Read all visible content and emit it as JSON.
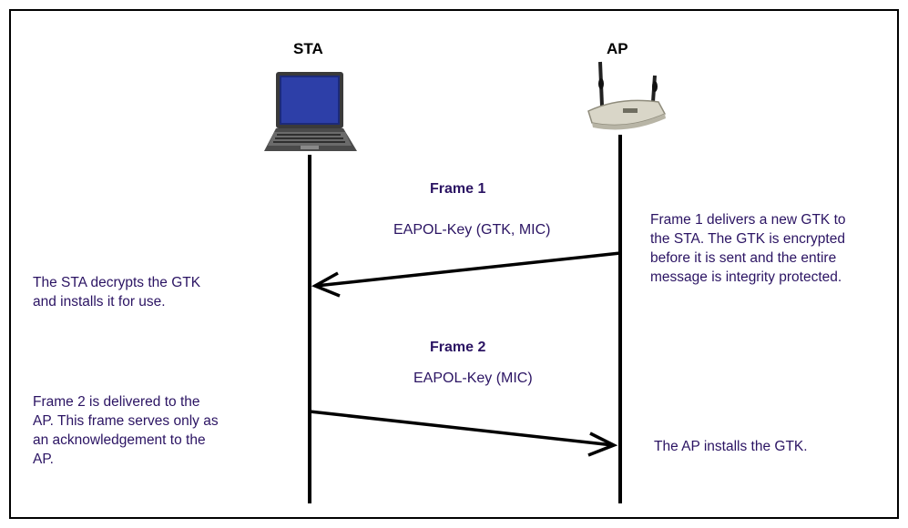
{
  "colors": {
    "text_accent": "#2b1463",
    "line": "#000000",
    "background": "#ffffff"
  },
  "entities": {
    "sta": {
      "label": "STA",
      "icon": "laptop-icon"
    },
    "ap": {
      "label": "AP",
      "icon": "access-point-icon"
    }
  },
  "frames": [
    {
      "title": "Frame 1",
      "message": "EAPOL-Key (GTK, MIC)",
      "direction": "AP to STA"
    },
    {
      "title": "Frame 2",
      "message": "EAPOL-Key (MIC)",
      "direction": "STA to AP"
    }
  ],
  "notes": {
    "frame1_ap": [
      "Frame 1 delivers a new GTK to",
      "the STA. The GTK is encrypted",
      "before it is sent and the entire",
      "message is integrity protected."
    ],
    "frame1_sta": [
      "The STA decrypts the GTK",
      "and installs it for use."
    ],
    "frame2_sta": [
      "Frame 2 is delivered to the",
      "AP. This frame serves only as",
      "an acknowledgement to the",
      "AP."
    ],
    "frame2_ap": [
      "The AP installs the GTK."
    ]
  }
}
